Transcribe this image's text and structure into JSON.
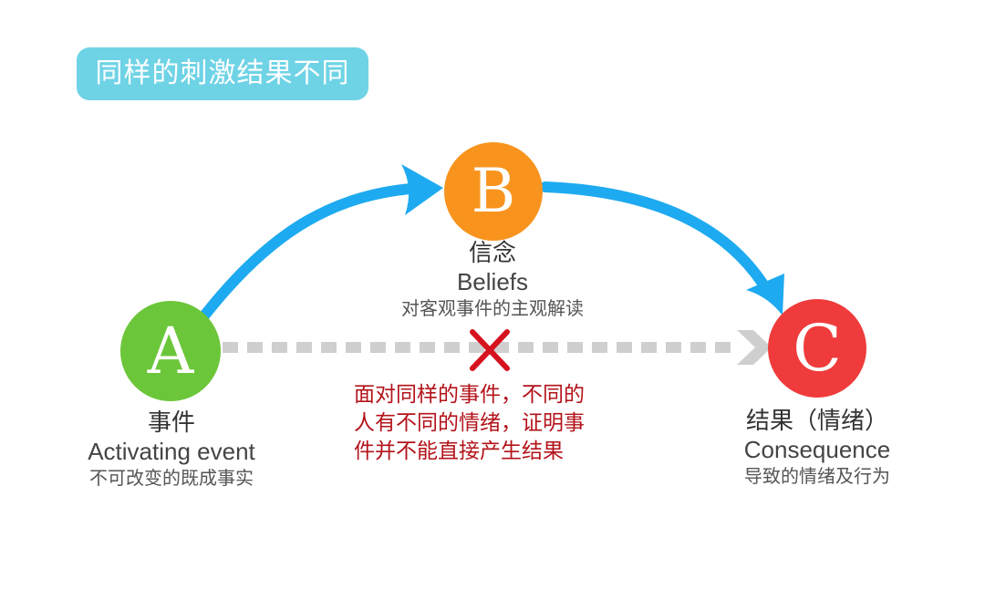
{
  "title": "同样的刺激结果不同",
  "nodes": {
    "a": {
      "letter": "A",
      "name_zh": "事件",
      "name_en": "Activating event",
      "desc": "不可改变的既成事实",
      "color": "#6cc63a"
    },
    "b": {
      "letter": "B",
      "name_zh": "信念",
      "name_en": "Beliefs",
      "desc": "对客观事件的主观解读",
      "color": "#f8941e"
    },
    "c": {
      "letter": "C",
      "name_zh": "结果（情绪）",
      "name_en": "Consequence",
      "desc": "导致的情绪及行为",
      "color": "#ef3b3b"
    }
  },
  "note": {
    "lines": [
      "面对同样的事件，不同的",
      "人有不同的情绪，证明事",
      "件并不能直接产生结果"
    ],
    "color": "#b3131a"
  },
  "colors": {
    "title_bg": "#6fd3e6",
    "arc": "#1eaaf0",
    "dashed": "#cfcfcf",
    "cross": "#d6121f"
  },
  "icons": {
    "arc_arrow": "arrow-icon",
    "dashed_arrow": "chevron-right-icon",
    "blocked": "cross-icon"
  }
}
